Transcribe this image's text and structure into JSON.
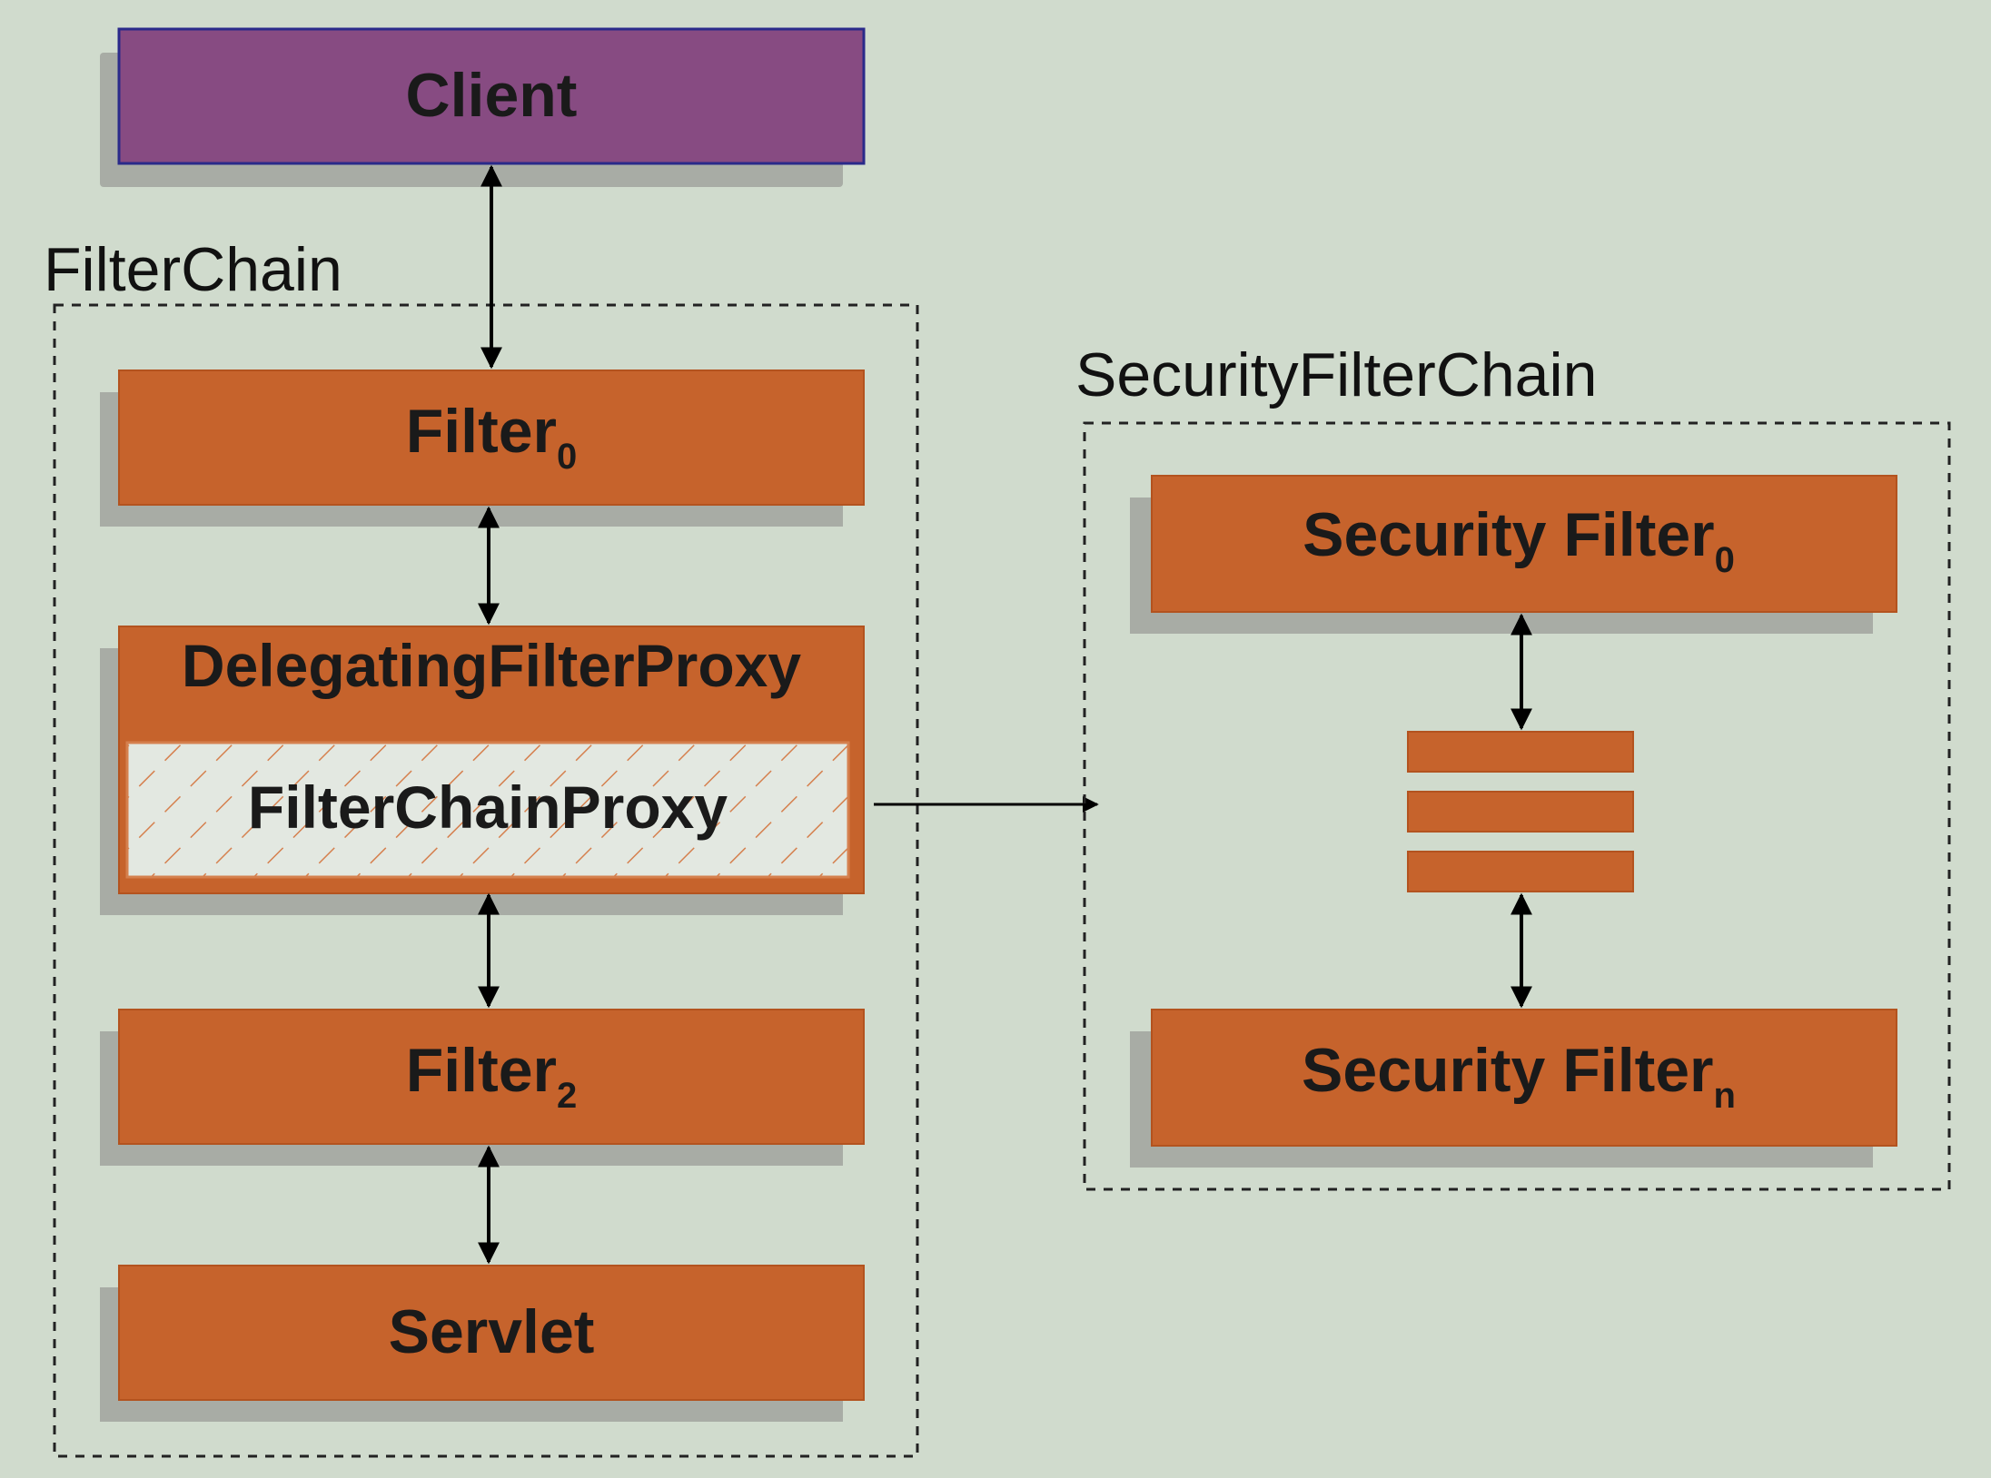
{
  "colors": {
    "background": "#d0dbcd",
    "client_fill": "#874b82",
    "client_border": "#2a2a8a",
    "filter_fill": "#c6632c",
    "filter_border": "#b3531f",
    "shadow": "#a8aca5",
    "hatch_fill": "#e3e8e1",
    "hatch_stroke": "#d5804e",
    "text": "#1a1a1a",
    "arrow": "#000000"
  },
  "client": {
    "label": "Client"
  },
  "filter_chain": {
    "label": "FilterChain",
    "filter0": {
      "label": "Filter",
      "sub": "0"
    },
    "delegating": {
      "label": "DelegatingFilterProxy"
    },
    "filter_chain_proxy": {
      "label": "FilterChainProxy"
    },
    "filter2": {
      "label": "Filter",
      "sub": "2"
    },
    "servlet": {
      "label": "Servlet"
    }
  },
  "security_filter_chain": {
    "label": "SecurityFilterChain",
    "security_filter0": {
      "label": "Security Filter",
      "sub": "0"
    },
    "security_filtern": {
      "label": "Security Filter",
      "sub": "n"
    }
  }
}
